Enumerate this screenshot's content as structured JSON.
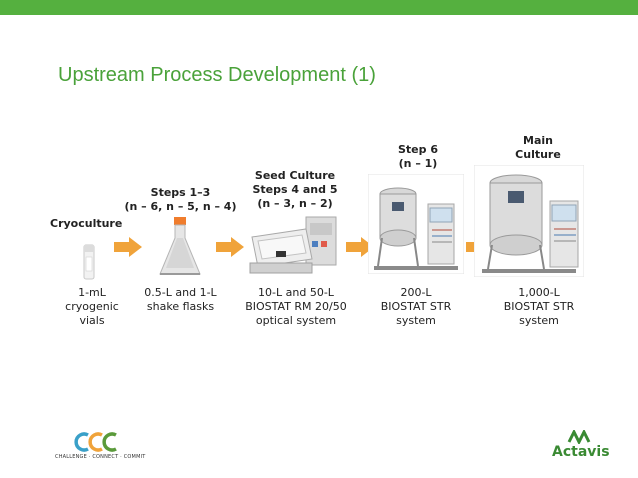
{
  "slide": {
    "title": "Upstream Process Development (1)",
    "accent_color": "#55b03f",
    "title_color": "#4aa23a",
    "arrow_color": "#f0a33a"
  },
  "stages": [
    {
      "header_lines": [
        "Cryoculture"
      ],
      "caption_lines": [
        "1-mL",
        "cryogenic",
        "vials"
      ],
      "icon": "vial-icon"
    },
    {
      "header_lines": [
        "Steps 1–3",
        "(n – 6, n – 5, n – 4)"
      ],
      "caption_lines": [
        "0.5-L and 1-L",
        "shake flasks"
      ],
      "icon": "flask-icon"
    },
    {
      "header_lines": [
        "Seed Culture",
        "Steps 4 and 5",
        "(n – 3, n – 2)"
      ],
      "caption_lines": [
        "10-L and 50-L",
        "BIOSTAT RM 20/50",
        "optical system"
      ],
      "icon": "rocking-bioreactor-icon"
    },
    {
      "header_lines": [
        "Step 6",
        "(n – 1)"
      ],
      "caption_lines": [
        "200-L",
        "BIOSTAT STR",
        "system"
      ],
      "icon": "bioreactor-200l-icon"
    },
    {
      "header_lines": [
        "Main",
        "Culture"
      ],
      "caption_lines": [
        "1,000-L",
        "BIOSTAT STR",
        "system"
      ],
      "icon": "bioreactor-1000l-icon"
    }
  ],
  "footer": {
    "ccc_tagline": "CHALLENGE · CONNECT · COMMIT",
    "brand_name": "Actavis"
  }
}
